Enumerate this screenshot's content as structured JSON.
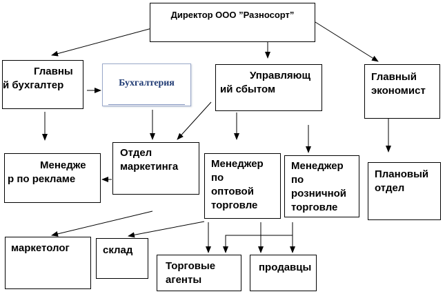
{
  "nodes": {
    "director": "Директор ООО ”Разносорт”",
    "chief_accountant": "Главны\nй бухгалтер",
    "accounting": "Бухгалтерия",
    "sales_manager": "Управляющ\nий сбытом",
    "chief_economist": "Главный\nэкономист",
    "marketing_dept": "Отдел\nмаркетинга",
    "ad_manager": "Менедже\nр по рекламе",
    "wholesale_manager": "Менеджер\nпо\nоптовой\nторговле",
    "retail_manager": "Менеджер\nпо\nрозничной\nторговле",
    "planning_dept": "Плановый\nотдел",
    "marketer": "маркетолог",
    "warehouse": "склад",
    "sales_agents": "Торговые\nагенты",
    "salespeople": "продавцы"
  },
  "edges": [
    {
      "from": "director",
      "to": "chief_accountant"
    },
    {
      "from": "director",
      "to": "sales_manager"
    },
    {
      "from": "director",
      "to": "chief_economist"
    },
    {
      "from": "chief_accountant",
      "to": "accounting"
    },
    {
      "from": "chief_accountant",
      "to": "ad_manager"
    },
    {
      "from": "accounting",
      "to": "marketing_dept"
    },
    {
      "from": "sales_manager",
      "to": "marketing_dept"
    },
    {
      "from": "sales_manager",
      "to": "wholesale_manager"
    },
    {
      "from": "sales_manager",
      "to": "retail_manager"
    },
    {
      "from": "marketing_dept",
      "to": "ad_manager"
    },
    {
      "from": "chief_economist",
      "to": "planning_dept"
    },
    {
      "from": "marketing_dept",
      "to": "marketer"
    },
    {
      "from": "wholesale_manager",
      "to": "warehouse"
    },
    {
      "from": "wholesale_manager",
      "to": "sales_agents"
    },
    {
      "from": "wholesale_manager",
      "to": "salespeople"
    },
    {
      "from": "retail_manager",
      "to": "sales_agents"
    },
    {
      "from": "retail_manager",
      "to": "salespeople"
    }
  ]
}
